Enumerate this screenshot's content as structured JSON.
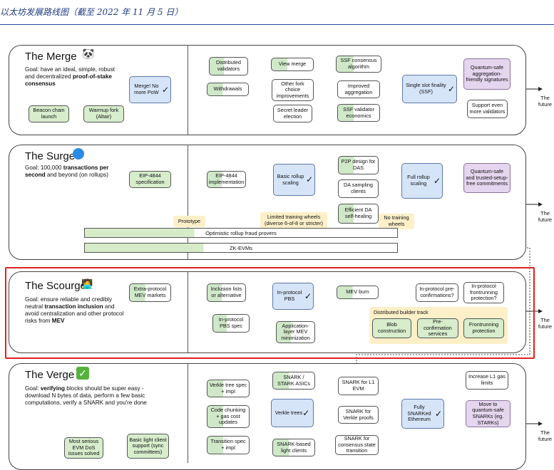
{
  "header": {
    "title": "以太坊发展路线图（截至 2022 年 11 月 5 日）"
  },
  "future_label": "The future",
  "merge": {
    "title": "The Merge",
    "goal_plain": "Goal: have an ideal, simple, robust and decentralized ",
    "goal_bold": "proof-of-stake consensus",
    "boxes": {
      "beacon": "Beacon chain launch",
      "warmup": "Warmup fork (Altair)",
      "merge": "Merge! No more PoW",
      "distributed": "Distributed validators",
      "withdrawals": "Withdrawals",
      "view_merge": "View merge",
      "fork_choice": "Other fork choice improvements",
      "leader": "Secret leader election",
      "ssf_consensus": "SSF consensus algorithm",
      "aggregation": "Improved aggregation",
      "ssf_validator": "SSF validator economics",
      "ssf": "Single slot finality (SSF)",
      "support": "Support even more validators",
      "quantum": "Quantum-safe aggregation-friendly signatures"
    }
  },
  "surge": {
    "title": "The Surge",
    "goal_plain1": "Goal: 100,000 ",
    "goal_bold1": "transactions per second",
    "goal_plain2": " and beyond (on rollups)",
    "boxes": {
      "eip_spec": "EIP-4844 specification",
      "eip_impl": "EIP-4844 implementation",
      "basic": "Basic rollup scaling",
      "p2p": "P2P design for DAS",
      "da_sampling": "DA sampling clients",
      "efficient": "Efficient DA self-healing",
      "full": "Full rollup scaling",
      "quantum": "Quantum-safe and trusted-setup-free commitments",
      "prototype": "Prototype",
      "limited": "Limited training wheels (diverse 6-of-8 or stricter)",
      "no_training": "No training wheels",
      "optimistic": "Optimistic rollup fraud provers",
      "zkevm": "ZK-EVMs"
    }
  },
  "scourge": {
    "title": "The Scourge",
    "goal_plain1": "Goal: ensure reliable and credibly neutral ",
    "goal_bold1": "transaction inclusion",
    "goal_plain2": " and avoid centralization and other protocol risks from ",
    "goal_bold2": "MEV",
    "boxes": {
      "extra": "Extra-protocol MEV markets",
      "inclusion": "Inclusion lists or alternative",
      "pbs_spec": "In-protocol PBS spec",
      "pbs": "In-protocol PBS",
      "app_mev": "Application-layer MEV minimization",
      "mev_burn": "MEV burn",
      "preconf_q": "In-protocol pre-confirmations?",
      "frontrun_q": "In-protocol frontrunning protection?",
      "track": "Distributed builder track",
      "blob": "Blob construction",
      "preconf": "Pre-confirmation services",
      "frontrun": "Frontrunning protection"
    }
  },
  "verge": {
    "title": "The Verge",
    "goal_plain1": "Goal: ",
    "goal_bold1": "verifying",
    "goal_plain2": " blocks should be super easy - download N bytes of data, perform a few basic computations, verify a SNARK and you're done",
    "boxes": {
      "dos": "Most serious EVM DoS issues solved",
      "light": "Basic light client support (sync committees)",
      "verkle_spec": "Verkle tree spec + impl",
      "chunking": "Code chunking + gas cost updates",
      "transition": "Transition spec + impl",
      "snark_asics": "SNARK / STARK ASICs",
      "verkle": "Verkle trees",
      "snark_light": "SNARK-based light clients",
      "snark_l1": "SNARK for L1 EVM",
      "snark_verkle": "SNARK for Verkle proofs",
      "snark_consensus": "SNARK for consensus state transition",
      "fully": "Fully SNARKed Ethereum",
      "increase": "Increase L1 gas limits",
      "quantum": "Move to quantum-safe SNARKs (eg. STARKs)"
    }
  }
}
